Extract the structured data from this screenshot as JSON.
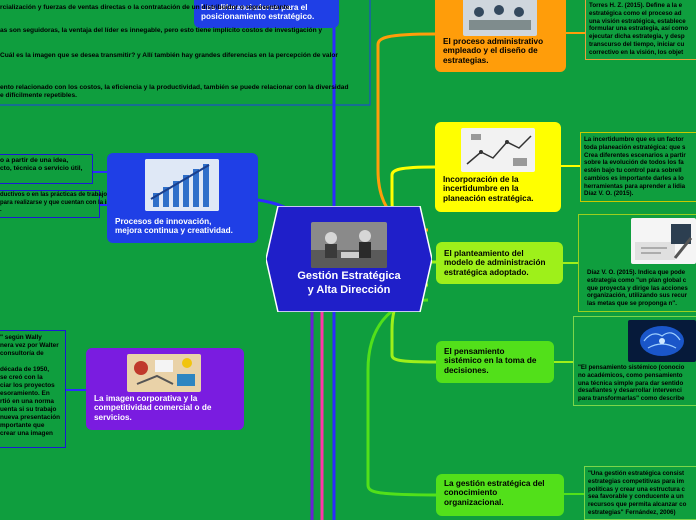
{
  "center": {
    "title_line1": "Gestión Estratégica",
    "title_line2": "y Alta Dirección"
  },
  "left_top": {
    "node_line1": "Los diferenciadores para el",
    "node_line2": "posicionamiento estratégico.",
    "notes": [
      "rcialización y fuerzas de ventas directas o la contratación de un distribuidor o representante.",
      "as son seguidoras, la ventaja del líder es innegable, pero esto tiene implícito costos de investigación y",
      "Cuál es la imagen que se desea transmitir? y Allí también hay grandes diferencias en la percepción de valor",
      "ento relacionado con los costos, la eficiencia y la productividad, también se puede relacionar con la diversidad",
      "e difícilmente repetibles."
    ]
  },
  "left_mid": {
    "node_line1": "Procesos de innovación,",
    "node_line2": "mejora continua y creatividad.",
    "note1": [
      "o a partir de una idea,",
      "cto, técnica o servicio útil,"
    ],
    "note2": [
      "ductivos o en las prácticas de trabajo que permiten",
      "para realizarse y que cuentan con la implicación de",
      "."
    ]
  },
  "left_bottom": {
    "node_line1": "La imagen corporativa y la",
    "node_line2": "competitividad comercial o de",
    "node_line3": "servicios.",
    "note": [
      "\" según Wally",
      "nera vez por Walter",
      "consultoría de",
      "",
      "década de 1950,",
      "se creó con la",
      "ciar los proyectos",
      "esoramiento. En",
      "rtió en una norma",
      "uenta si su trabajo",
      "nueva presentación",
      "mportante que",
      "crear una imagen"
    ]
  },
  "right": [
    {
      "node_lines": [
        "El proceso administrativo",
        "empleado y el diseño de",
        "estrategias."
      ],
      "note": [
        "Torres H. Z. (2015). Define a la e",
        "estratégica como el proceso ad",
        "una visión estratégica, establece",
        "formular una estrategia, así como",
        "ejecutar dicha estrategia, y desp",
        "transcurso del tiempo, iniciar cu",
        "correctivo en la visión, los objet"
      ]
    },
    {
      "node_lines": [
        "Incorporación de la",
        "incertidumbre en la",
        "planeación estratégica."
      ],
      "note": [
        "La incertidumbre que es un factor",
        "toda planeación estratégica: que s",
        "Crea diferentes escenarios a partir",
        "sobre la evolución de todos los fa",
        "estén bajo tu control para sobrell",
        "cambios es importante darles a lo",
        "herramientas para aprender a lidia",
        "Díaz V. O. (2015)."
      ]
    },
    {
      "node_lines": [
        "El planteamiento del",
        "modelo de administración",
        "estratégica adoptado."
      ],
      "note": [
        "Díaz V. O. (2015). Indica que pode",
        "estrategia como \"un plan global c",
        "que proyecta y dirige las acciones",
        "organización, utilizando sus recur",
        "las metas que se proponga n\"."
      ]
    },
    {
      "node_lines": [
        "El pensamiento",
        "sistémico en la toma de",
        "decisiones."
      ],
      "note": [
        "\"El pensamiento sistémico (conocio",
        "no académicos, como pensamiento",
        "una técnica simple para dar sentido",
        "desafiantes y desarrollar intervenci",
        "para transformarlas\" como describe"
      ]
    },
    {
      "node_lines": [
        "La gestión estratégica del",
        "conocimiento",
        "organizacional."
      ],
      "note": [
        "\"Una gestión estratégica consist",
        "estrategias competitivas para im",
        "políticas y crear una estructura c",
        "sea favorable y conducente a un",
        "recursos que permita alcanzar co",
        "estrategias\" Fernández, 2006)"
      ]
    }
  ],
  "colors": {
    "background": "#0f9e3e",
    "center": "#1f1fc9",
    "orange": "#ff9d0a",
    "yellow": "#ffff00",
    "lime": "#9ef01a",
    "green": "#52e01a",
    "purple": "#7a1ce0",
    "blue": "#1f3fe6"
  }
}
